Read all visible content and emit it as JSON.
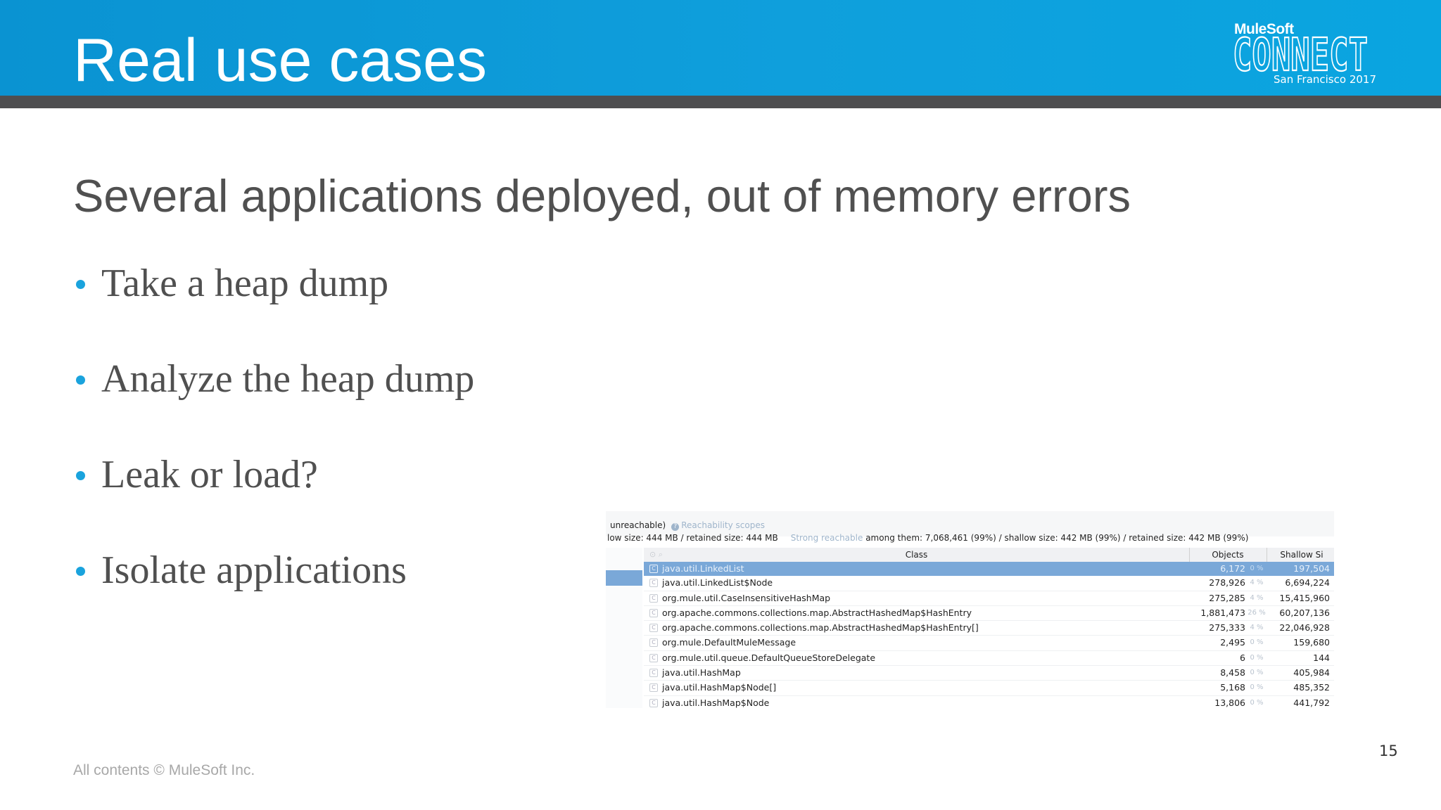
{
  "slide": {
    "title": "Real use cases",
    "subtitle": "Several applications deployed, out of memory errors",
    "bullets": [
      "Take a heap dump",
      "Analyze the heap dump",
      "Leak or load?",
      "Isolate applications"
    ],
    "footer": "All contents © MuleSoft Inc.",
    "page_number": "15",
    "logo": {
      "brand": "MuleSoft",
      "word": "CONNECT",
      "event": "San Francisco 2017"
    },
    "colors": {
      "header_blue": "#0a93d2",
      "header_rule": "#4e4e50",
      "bullet_blue": "#1aa3dd",
      "text_gray": "#505050"
    }
  },
  "profiler": {
    "line1_prefix": "unreachable)",
    "line1_link": "Reachability scopes",
    "line2_prefix": "low size: 444 MB / retained size: 444 MB",
    "line2_link": "Strong reachable",
    "line2_suffix": "among them: 7,068,461 (99%) / shallow size: 442 MB (99%) / retained size: 442 MB (99%)",
    "columns": {
      "class": "Class",
      "objects": "Objects",
      "shallow": "Shallow Si"
    },
    "rows": [
      {
        "cls": "java.util.LinkedList",
        "objects": "6,172",
        "pct": "0 %",
        "shallow": "197,504",
        "selected": true
      },
      {
        "cls": "java.util.LinkedList$Node",
        "objects": "278,926",
        "pct": "4 %",
        "shallow": "6,694,224"
      },
      {
        "cls": "org.mule.util.CaseInsensitiveHashMap",
        "objects": "275,285",
        "pct": "4 %",
        "shallow": "15,415,960"
      },
      {
        "cls": "org.apache.commons.collections.map.AbstractHashedMap$HashEntry",
        "objects": "1,881,473",
        "pct": "26 %",
        "shallow": "60,207,136"
      },
      {
        "cls": "org.apache.commons.collections.map.AbstractHashedMap$HashEntry[]",
        "objects": "275,333",
        "pct": "4 %",
        "shallow": "22,046,928"
      },
      {
        "cls": "org.mule.DefaultMuleMessage",
        "objects": "2,495",
        "pct": "0 %",
        "shallow": "159,680"
      },
      {
        "cls": "org.mule.util.queue.DefaultQueueStoreDelegate",
        "objects": "6",
        "pct": "0 %",
        "shallow": "144"
      },
      {
        "cls": "java.util.HashMap",
        "objects": "8,458",
        "pct": "0 %",
        "shallow": "405,984"
      },
      {
        "cls": "java.util.HashMap$Node[]",
        "objects": "5,168",
        "pct": "0 %",
        "shallow": "485,352"
      },
      {
        "cls": "java.util.HashMap$Node",
        "objects": "13,806",
        "pct": "0 %",
        "shallow": "441,792"
      }
    ]
  }
}
